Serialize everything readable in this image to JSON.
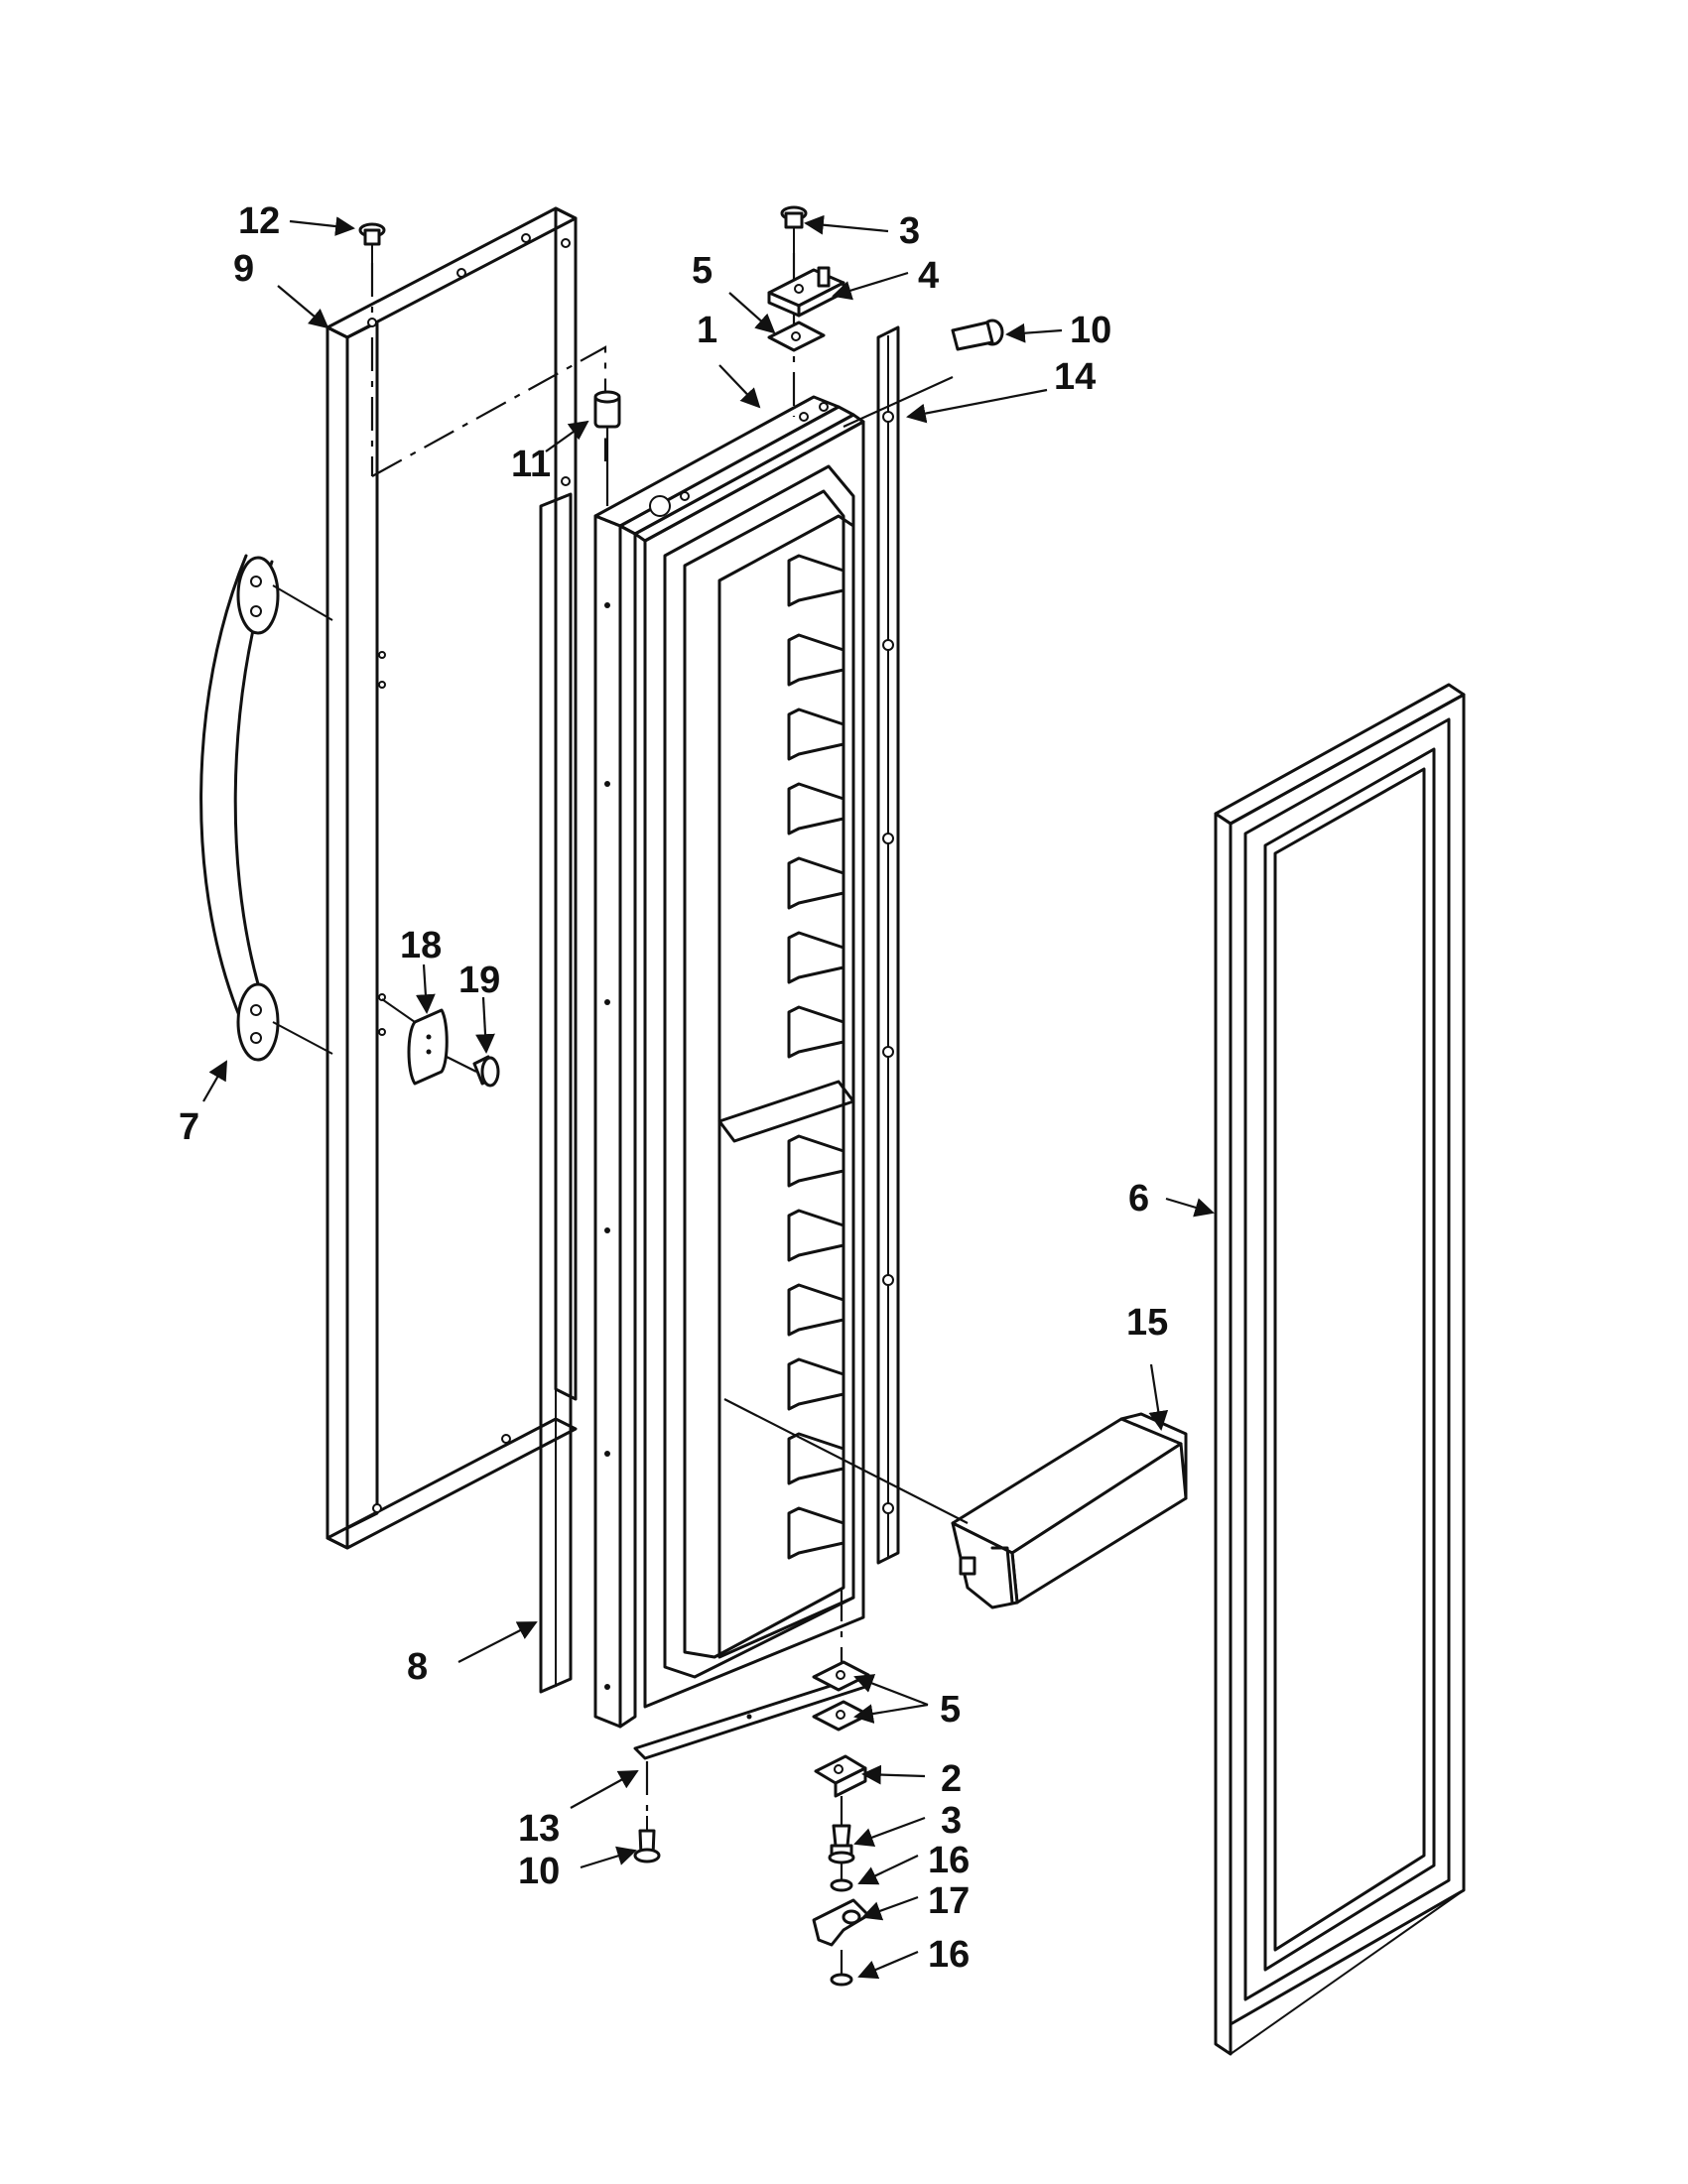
{
  "callouts": [
    {
      "id": "c12",
      "label": "12"
    },
    {
      "id": "c9",
      "label": "9"
    },
    {
      "id": "c3top",
      "label": "3"
    },
    {
      "id": "c5top",
      "label": "5"
    },
    {
      "id": "c4",
      "label": "4"
    },
    {
      "id": "c10top",
      "label": "10"
    },
    {
      "id": "c1",
      "label": "1"
    },
    {
      "id": "c14",
      "label": "14"
    },
    {
      "id": "c11",
      "label": "11"
    },
    {
      "id": "c18",
      "label": "18"
    },
    {
      "id": "c19",
      "label": "19"
    },
    {
      "id": "c7",
      "label": "7"
    },
    {
      "id": "c6",
      "label": "6"
    },
    {
      "id": "c15",
      "label": "15"
    },
    {
      "id": "c8",
      "label": "8"
    },
    {
      "id": "c5bot",
      "label": "5"
    },
    {
      "id": "c2",
      "label": "2"
    },
    {
      "id": "c13",
      "label": "13"
    },
    {
      "id": "c3bot",
      "label": "3"
    },
    {
      "id": "c10bot",
      "label": "10"
    },
    {
      "id": "c16a",
      "label": "16"
    },
    {
      "id": "c17",
      "label": "17"
    },
    {
      "id": "c16b",
      "label": "16"
    }
  ]
}
